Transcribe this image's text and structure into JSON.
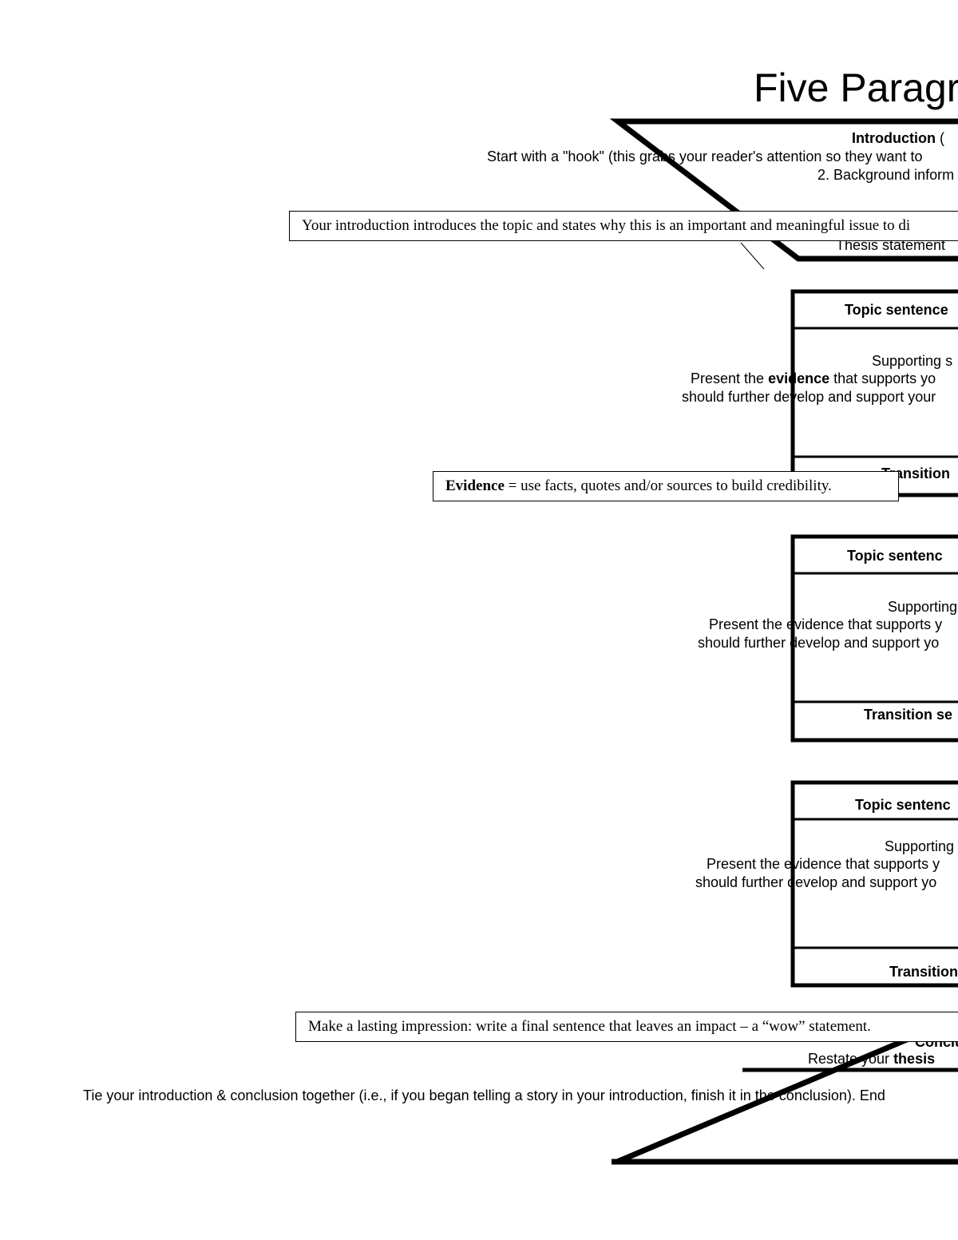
{
  "title": "Five Paragr",
  "introduction": {
    "heading": "Introduction",
    "heading_suffix": " (",
    "line1": "Start with a \"hook\" (this grabs your reader's attention so they want to",
    "line2": "2. Background inform",
    "thesis_line": "Thesis statement",
    "callout": "Your introduction introduces the topic and states why this is an important and meaningful issue to di"
  },
  "body_paragraphs": [
    {
      "topic": "Topic sentence",
      "supporting": "Supporting s",
      "evidence_prefix": "Present the ",
      "evidence_word": "evidence",
      "evidence_suffix": " that supports yo",
      "develop": "should further develop and support your",
      "transition": "Transition"
    },
    {
      "topic": "Topic sentenc",
      "supporting": "Supporting",
      "evidence_line": "Present the evidence that supports y",
      "develop": "should further develop and support yo",
      "transition": "Transition se"
    },
    {
      "topic": "Topic sentenc",
      "supporting": "Supporting",
      "evidence_line": "Present the evidence that supports y",
      "develop": "should further develop and support yo",
      "transition": "Transition"
    }
  ],
  "evidence_callout": {
    "term": "Evidence",
    "definition": " = use facts, quotes and/or sources to build credibility."
  },
  "conclusion": {
    "heading": "Conclu",
    "restate_prefix": "Restate your ",
    "restate_bold": "thesis",
    "tie_line": "Tie your introduction & conclusion together (i.e., if you began telling a story in your introduction, finish it in the conclusion). End",
    "callout": "Make a lasting impression: write a final sentence that leaves an impact – a “wow” statement."
  }
}
